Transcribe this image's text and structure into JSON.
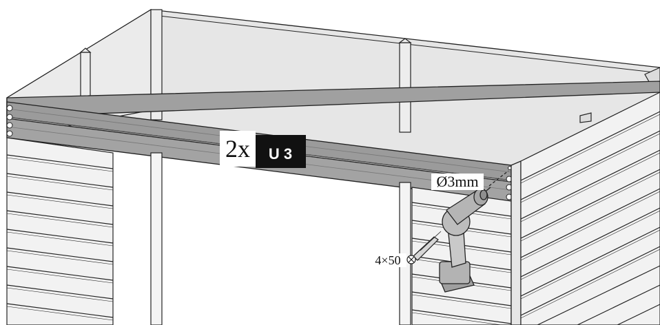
{
  "callouts": {
    "quantity": "2x",
    "part_code": "U 3",
    "drill_size": "Ø3mm",
    "screw_size": "4×50"
  },
  "colors": {
    "line": "#222222",
    "panel": "#e6e6e6",
    "board": "#9d9d9d",
    "drill": "#b8b8b8",
    "part_badge": "#111111"
  }
}
